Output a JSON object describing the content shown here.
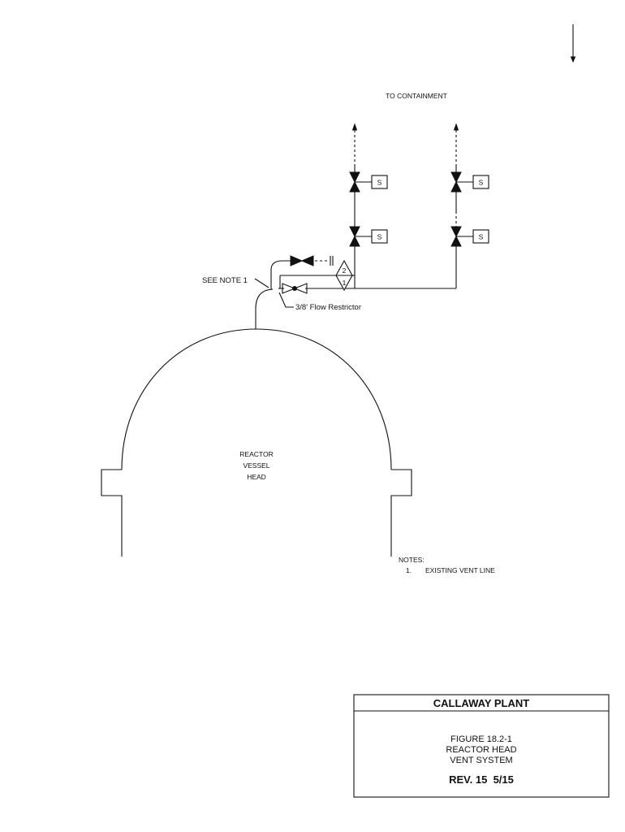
{
  "diagram": {
    "to_containment": "TO CONTAINMENT",
    "see_note": "SEE NOTE 1",
    "flow_restrictor": "3/8' Flow Restrictor",
    "solenoid_label": "S",
    "diamond_top": "2",
    "diamond_bottom": "1",
    "vessel_lines": [
      "REACTOR",
      "VESSEL",
      "HEAD"
    ],
    "notes_title": "NOTES:",
    "note_1_number": "1.",
    "note_1_text": "EXISTING VENT LINE"
  },
  "title_block": {
    "plant": "CALLAWAY PLANT",
    "figure": "FIGURE 18.2-1",
    "title_line_1": "REACTOR HEAD",
    "title_line_2": "VENT SYSTEM",
    "revision": "REV. 15  5/15"
  }
}
